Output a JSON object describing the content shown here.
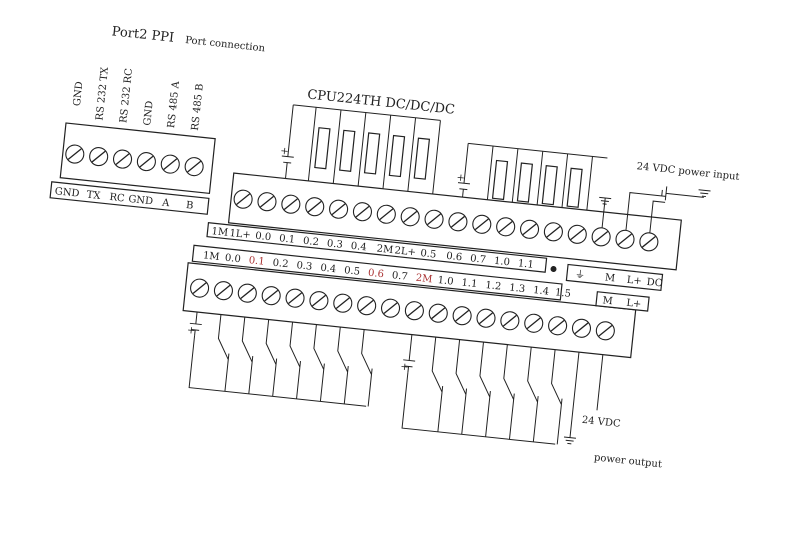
{
  "port": {
    "title": "Port2 PPI",
    "subtitle": "Port connection",
    "top_labels": [
      "GND",
      "RS 232 TX",
      "RS 232 RC",
      "GND",
      "RS 485 A",
      "RS 485 B"
    ],
    "bottom_labels": [
      "GND",
      "TX",
      "RC",
      "GND",
      "A",
      "B"
    ]
  },
  "cpu": {
    "title": "CPU224TH DC/DC/DC",
    "output_labels": [
      "1M",
      "1L+",
      "0.0",
      "0.1",
      "0.2",
      "0.3",
      "0.4",
      "2M",
      "2L+",
      "0.5",
      "0.6",
      "0.7",
      "1.0",
      "1.1"
    ],
    "ground_symbol": "⏚",
    "power_labels": [
      "M",
      "L+",
      "DC"
    ],
    "input_labels": [
      "1M",
      "0.0",
      "0.1",
      "0.2",
      "0.3",
      "0.4",
      "0.5",
      "0.6",
      "0.7",
      "2M",
      "1.0",
      "1.1",
      "1.2",
      "1.3",
      "1.4",
      "1.5"
    ],
    "sensor_labels": [
      "M",
      "L+"
    ]
  },
  "power_input": {
    "label": "24 VDC power input"
  },
  "power_output": {
    "voltage": "24 VDC",
    "label": "power output"
  },
  "polarity": {
    "plus": "+"
  }
}
